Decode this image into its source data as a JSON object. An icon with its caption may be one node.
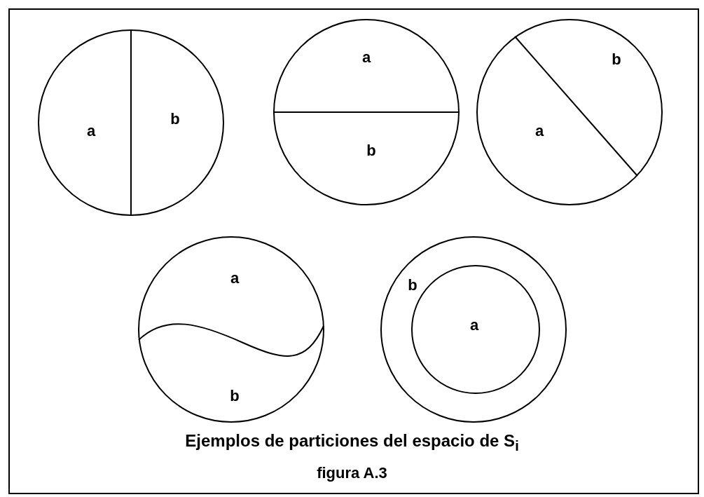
{
  "diagram": {
    "caption": "Ejemplos de particiones del espacio de S$_{i}$",
    "nodes": [
      {
        "text": [
          "a",
          "b"
        ]
      },
      {
        "text": [
          "a",
          "b"
        ]
      },
      {
        "text": [
          "b",
          "a"
        ]
      },
      {
        "text": [
          "a",
          "b"
        ]
      },
      {
        "text": [
          "b"
        ]
      },
      {
        "text": [
          "a"
        ],
        "in": 4
      }
    ],
    "labels": [
      "figura A.3"
    ]
  }
}
